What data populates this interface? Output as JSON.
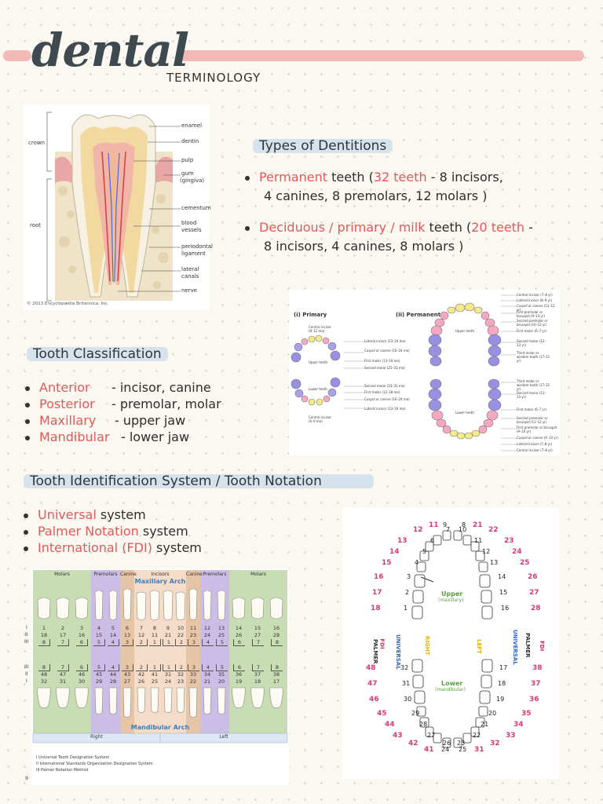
{
  "title": "dental",
  "subtitle": "TERMINOLOGY",
  "dentitions": {
    "heading": "Types of Dentitions",
    "items": [
      {
        "term": "Permanent",
        "rest1": " teeth  (",
        "count": "32 teeth",
        "rest2": " - 8 incisors,",
        "line2": "4 canines, 8 premolars, 12 molars )"
      },
      {
        "term": "Deciduous / primary / milk",
        "rest1": " teeth  (",
        "count": "20 teeth",
        "rest2": " -",
        "line2": "8 incisors, 4 canines, 8 molars )"
      }
    ]
  },
  "classification": {
    "heading": "Tooth Classification",
    "items": [
      {
        "term": "Anterior",
        "desc": "- incisor, canine"
      },
      {
        "term": "Posterior",
        "desc": "- premolar, molar"
      },
      {
        "term": "Maxillary",
        "desc": "- upper jaw"
      },
      {
        "term": "Mandibular",
        "desc": "-   lower jaw"
      }
    ]
  },
  "notation": {
    "heading": "Tooth Identification System / Tooth Notation",
    "items": [
      {
        "term": "Universal",
        "rest": " system"
      },
      {
        "term": "Palmer Notation",
        "rest": " system"
      },
      {
        "term": "International (FDI)",
        "rest": " system"
      }
    ]
  },
  "cross_section": {
    "labels": {
      "enamel": "enamel",
      "dentin": "dentin",
      "pulp": "pulp",
      "gum": "gum",
      "gingiva": "(gingiva)",
      "cementum": "cementum",
      "blood": "blood",
      "vessels": "vessels",
      "periodontal": "periodontal",
      "ligament": "ligament",
      "lateral": "lateral",
      "canals": "canals",
      "nerve": "nerve",
      "crown": "crown",
      "root": "root"
    },
    "credit": "© 2013 Encyclopædia Britannica, Inc."
  },
  "dentition_chart": {
    "primary_title": "(i) Primary",
    "permanent_title": "(ii) Permanent",
    "upper_teeth": "Upper teeth",
    "lower_teeth": "Lower teeth",
    "primary_upper_labels": [
      "Central incisor (8–12 mo)",
      "Lateral incisor (13–24 mo)",
      "Cuspid or canine (16–24 mo)",
      "First molar (13–19 mo)",
      "Second molar (25–33 mo)"
    ],
    "primary_lower_labels": [
      "Second molar (23–31 mo)",
      "First molar (12–18 mo)",
      "Cuspid or canine (16–24 mo)",
      "Lateral incisor (13–16 mo)",
      "Central incisor (6–9 mo)"
    ],
    "permanent_upper_labels": [
      "Central incisor (7–8 yr)",
      "Lateral incisor (8–9 yr)",
      "Cuspid or canine (11–12 yr)",
      "First premolar or bicuspid (9–13 yr)",
      "Second premolar or bicuspid (10–12 yr)",
      "First molar (6–7 yr)",
      "Second molar (12–13 yr)",
      "Third molar or wisdom tooth (17–21 yr)"
    ],
    "permanent_lower_labels": [
      "Third molar or wisdom tooth (17–21 yr)",
      "Second molar (11–13 yr)",
      "First molar (6–7 yr)",
      "Second premolar or bicuspid (11–12 yr)",
      "First premolar or bicuspid (9–10 yr)",
      "Cuspid or canine (9–10 yr)",
      "Lateral incisor (7–8 yr)",
      "Central incisor (7–8 yr)"
    ]
  },
  "notation_chart": {
    "groups": [
      "Molars",
      "Premolars",
      "Canine",
      "Incisors",
      "Canine",
      "Premolars",
      "Molars"
    ],
    "maxillary": "Maxillary Arch",
    "mandibular": "Mandibular Arch",
    "right": "Right",
    "left": "Left",
    "upper_universal": [
      "1",
      "2",
      "3",
      "4",
      "5",
      "6",
      "7",
      "8",
      "9",
      "10",
      "11",
      "12",
      "13",
      "14",
      "15",
      "16"
    ],
    "upper_fdi": [
      "18",
      "17",
      "16",
      "15",
      "14",
      "13",
      "12",
      "11",
      "21",
      "22",
      "23",
      "24",
      "25",
      "26",
      "27",
      "28"
    ],
    "upper_palmer": [
      "8",
      "7",
      "6",
      "5",
      "4",
      "3",
      "2",
      "1",
      "1",
      "2",
      "3",
      "4",
      "5",
      "6",
      "7",
      "8"
    ],
    "lower_palmer": [
      "8",
      "7",
      "6",
      "5",
      "4",
      "3",
      "2",
      "1",
      "1",
      "2",
      "3",
      "4",
      "5",
      "6",
      "7",
      "8"
    ],
    "lower_fdi": [
      "48",
      "47",
      "46",
      "45",
      "44",
      "43",
      "42",
      "41",
      "31",
      "32",
      "33",
      "34",
      "35",
      "36",
      "37",
      "38"
    ],
    "lower_universal": [
      "32",
      "31",
      "30",
      "29",
      "28",
      "27",
      "26",
      "25",
      "24",
      "23",
      "22",
      "21",
      "20",
      "19",
      "18",
      "17"
    ],
    "row_marks_upper": [
      "I",
      "II",
      "III"
    ],
    "row_marks_lower": [
      "III",
      "II",
      "I"
    ],
    "legend": [
      "I    Universal Tooth Designation System",
      "II   International Standards Organization Designation System",
      "III  Palmer Notation Method"
    ],
    "page_mark": "9"
  },
  "arch_chart": {
    "upper_label": "Upper",
    "upper_sub": "(maxillary)",
    "lower_label": "Lower",
    "lower_sub": "(mandibular)",
    "side_right": "RIGHT",
    "side_left": "LEFT",
    "fdi": "FDI",
    "palmer": "PALMER",
    "universal": "UNIVERSAL",
    "upper_red_right": [
      "11",
      "12",
      "13",
      "14",
      "15",
      "16",
      "17",
      "18"
    ],
    "upper_red_left": [
      "21",
      "22",
      "23",
      "24",
      "25",
      "26",
      "27",
      "28"
    ],
    "upper_blk_right": [
      "8",
      "7",
      "6",
      "5",
      "4",
      "3",
      "2",
      "1"
    ],
    "upper_blk_left": [
      "9",
      "10",
      "11",
      "12",
      "13",
      "14",
      "15",
      "16"
    ],
    "lower_red_right": [
      "48",
      "47",
      "46",
      "45",
      "44",
      "43",
      "42",
      "41"
    ],
    "lower_red_left": [
      "38",
      "37",
      "36",
      "35",
      "34",
      "33",
      "32",
      "31"
    ],
    "lower_blk_right": [
      "32",
      "31",
      "30",
      "29",
      "28",
      "27",
      "26",
      "25"
    ],
    "lower_blk_left": [
      "17",
      "18",
      "19",
      "20",
      "21",
      "22",
      "23",
      "24"
    ]
  }
}
